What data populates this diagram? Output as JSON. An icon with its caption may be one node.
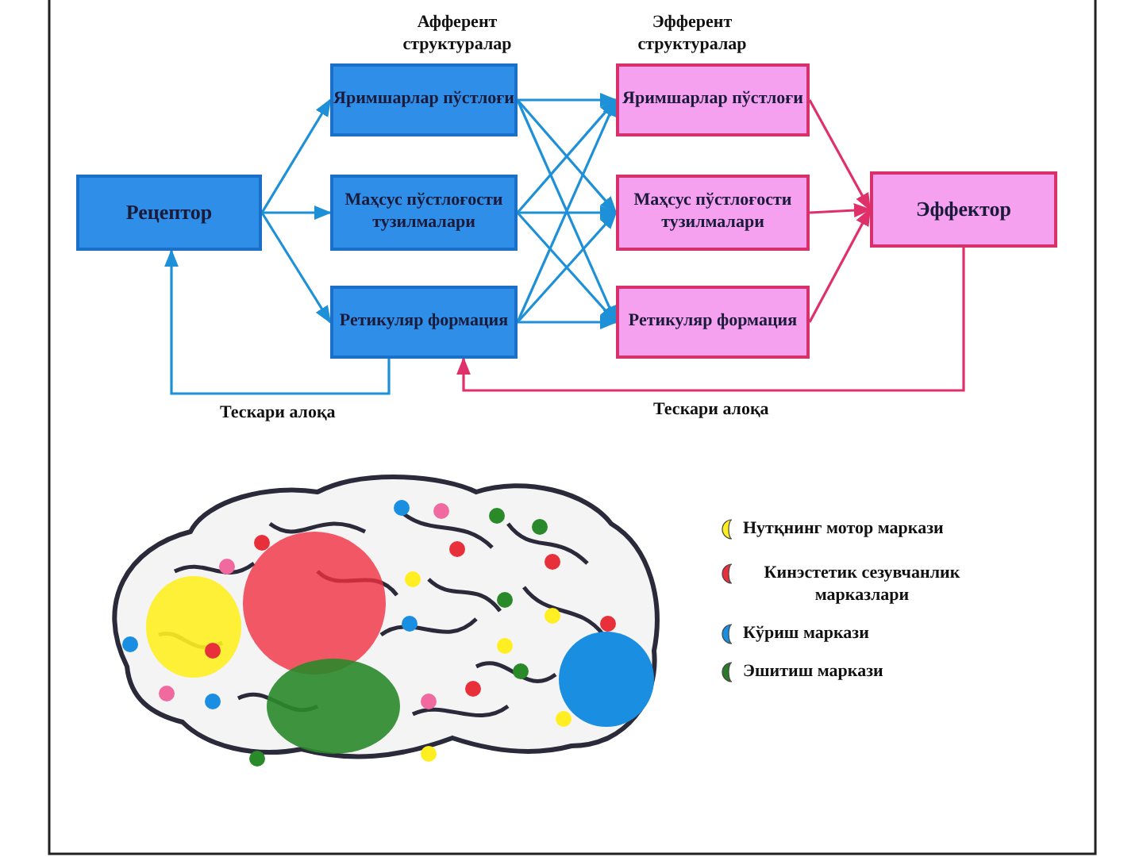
{
  "diagram": {
    "nodes": [
      {
        "text": [
          "Рецептор"
        ]
      },
      {
        "text": [
          "Яримшарлар пўстлоғи"
        ]
      },
      {
        "text": [
          "Маҳсус пўстлоғости тузилмалари"
        ]
      },
      {
        "text": [
          "Ретикуляр формация"
        ]
      },
      {
        "text": [
          "Яримшарлар пўстлоғи"
        ]
      },
      {
        "text": [
          "Маҳсус пўстлоғости тузилмалари"
        ]
      },
      {
        "text": [
          "Ретикуляр формация"
        ]
      },
      {
        "text": [
          "Эффектор"
        ]
      }
    ],
    "edges": [
      {
        "from": 0,
        "to": 1,
        "arrow": "to"
      },
      {
        "from": 0,
        "to": 2,
        "arrow": "to"
      },
      {
        "from": 0,
        "to": 3,
        "arrow": "to"
      },
      {
        "from": 1,
        "to": 4,
        "arrow": "to"
      },
      {
        "from": 1,
        "to": 5,
        "arrow": "to"
      },
      {
        "from": 1,
        "to": 6,
        "arrow": "to"
      },
      {
        "from": 2,
        "to": 4,
        "arrow": "to"
      },
      {
        "from": 2,
        "to": 5,
        "arrow": "to"
      },
      {
        "from": 2,
        "to": 6,
        "arrow": "to"
      },
      {
        "from": 3,
        "to": 4,
        "arrow": "to"
      },
      {
        "from": 3,
        "to": 5,
        "arrow": "to"
      },
      {
        "from": 3,
        "to": 6,
        "arrow": "to"
      },
      {
        "from": 4,
        "to": 7,
        "arrow": "to",
        "color": "#e0306a"
      },
      {
        "from": 5,
        "to": 7,
        "arrow": "to",
        "color": "#e0306a"
      },
      {
        "from": 6,
        "to": 7,
        "arrow": "to",
        "color": "#e0306a"
      },
      {
        "from": 3,
        "to": 0,
        "arrow": "to",
        "label": "Тескари алоқа"
      },
      {
        "from": 7,
        "to": 3,
        "arrow": "to",
        "label": "Тескари алоқа",
        "color": "#e0306a"
      }
    ],
    "labels": [
      "Афферент структуралар",
      "Эфферент структуралар"
    ],
    "legend": [
      {
        "text": "Нутқнинг мотор маркази",
        "color": "#ffee22"
      },
      {
        "text": "Кинэстетик сезувчанлик марказлари",
        "color": "#e8303a"
      },
      {
        "text": "Кўриш маркази",
        "color": "#1a8ee0"
      },
      {
        "text": "Эшитиш маркази",
        "color": "#2a7a2a"
      }
    ]
  }
}
